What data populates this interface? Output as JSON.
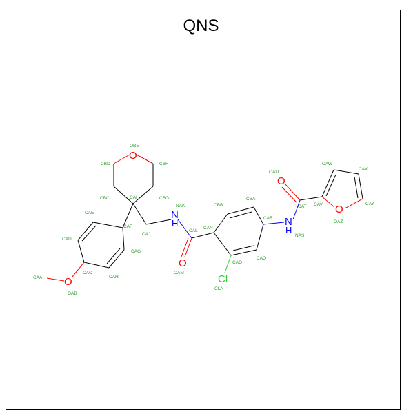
{
  "title": "QNS",
  "colors": {
    "carbon_label": "#2e9a2e",
    "oxygen": "#ff0000",
    "nitrogen": "#0000ff",
    "chlorine": "#33cc33",
    "bond": "#000000"
  },
  "elements": {
    "oxygen": "O",
    "nitrogen": "N",
    "hydrogen": "H",
    "chlorine": "Cl"
  },
  "atoms": {
    "OBE": "OBE",
    "CBD": "CBD",
    "CBF": "CBF",
    "CBC": "CBC",
    "CAI": "CAI",
    "CBG": "CBG",
    "NAK": "NAK",
    "CAE": "CAE",
    "CAF": "CAF",
    "CAJ": "CAJ",
    "CAD": "CAD",
    "CAG": "CAG",
    "CAC": "CAC",
    "CAH": "CAH",
    "CAA": "CAA",
    "OAB": "OAB",
    "CAL": "CAL",
    "OAM": "OAM",
    "CAN": "CAN",
    "CBB": "CBB",
    "CBA": "CBA",
    "CAR": "CAR",
    "CAQ": "CAQ",
    "CAO": "CAO",
    "CLA": "CLA",
    "NAS": "NAS",
    "OAU": "OAU",
    "CAT": "CAT",
    "CAV": "CAV",
    "CAW": "CAW",
    "CAX": "CAX",
    "CAY": "CAY",
    "OAZ": "OAZ"
  }
}
